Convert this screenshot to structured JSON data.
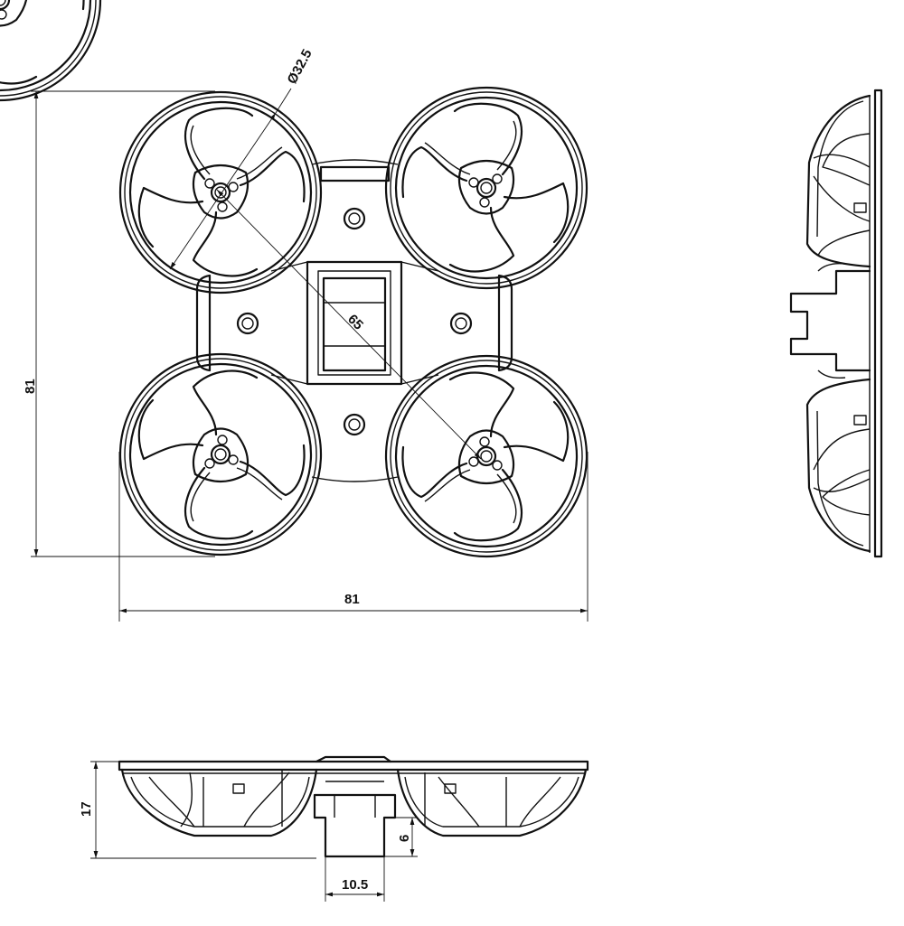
{
  "dimensions": {
    "rotor_diameter": "Ø32.5",
    "diagonal": "65",
    "overall_height": "81",
    "overall_width": "81",
    "frame_thickness": "17",
    "canopy_depth": "6",
    "canopy_width": "10.5"
  }
}
